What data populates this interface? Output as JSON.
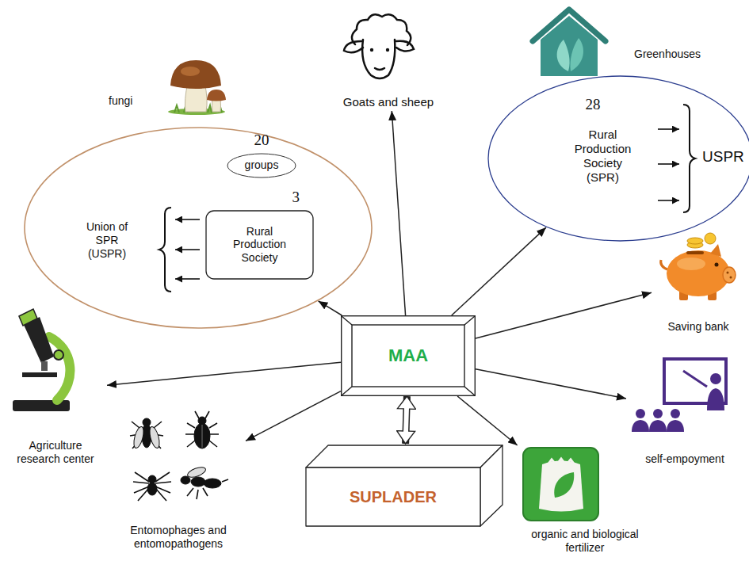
{
  "diagram": {
    "nodes": [
      {
        "text": [
          "Union of SPR (USPR)"
        ]
      },
      {
        "text": [
          "20",
          "groups"
        ],
        "in": 0
      },
      {
        "text": [
          "3",
          "Rural Production Society"
        ],
        "in": 0
      },
      {
        "text": [
          "Goats and sheep"
        ]
      },
      {
        "text": [
          "28",
          "Rural Production Society (SPR)",
          "USPR"
        ]
      },
      {
        "text": [
          "Saving bank"
        ]
      },
      {
        "text": [
          "MAA"
        ]
      },
      {
        "text": [
          "Agriculture research center"
        ]
      },
      {
        "text": [
          "self-empoyment"
        ]
      },
      {
        "text": [
          "Entomophages and entomopathogens"
        ]
      },
      {
        "text": [
          "SUPLADER"
        ]
      },
      {
        "text": [
          "organic and biological fertilizer"
        ]
      }
    ],
    "edges": [
      {
        "from": 6,
        "to": 0,
        "arrow": "to"
      },
      {
        "from": 6,
        "to": 3,
        "arrow": "to"
      },
      {
        "from": 6,
        "to": 4,
        "arrow": "to"
      },
      {
        "from": 6,
        "to": 5,
        "arrow": "to"
      },
      {
        "from": 6,
        "to": 7,
        "arrow": "to"
      },
      {
        "from": 6,
        "to": 8,
        "arrow": "to"
      },
      {
        "from": 6,
        "to": 9,
        "arrow": "to"
      },
      {
        "from": 6,
        "to": 11,
        "arrow": "to"
      },
      {
        "from": 6,
        "to": 10,
        "arrow": "both"
      }
    ],
    "labels": [
      "fungi",
      "Greenhouses"
    ]
  }
}
